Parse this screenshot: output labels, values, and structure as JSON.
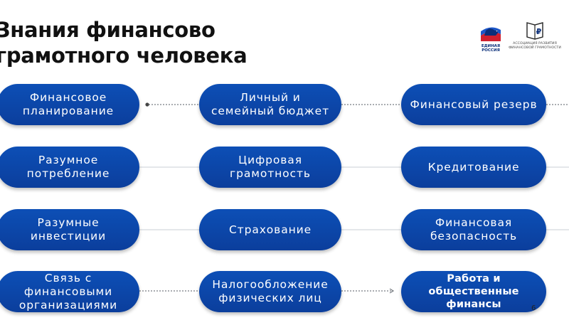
{
  "title": {
    "line1": "Знания финансово",
    "line2": "грамотного человека"
  },
  "logos": {
    "party_line1": "ЕДИНАЯ",
    "party_line2": "РОССИЯ",
    "association_line1": "АССОЦИАЦИЯ РАЗВИТИЯ",
    "association_line2": "ФИНАНСОВОЙ ГРАМОТНОСТИ",
    "association_symbol": "₽"
  },
  "grid": {
    "row1": {
      "col1": "Финансовое планирование",
      "col2": "Личный и семейный бюджет",
      "col3": "Финансовый резерв"
    },
    "row2": {
      "col1": "Разумное потребление",
      "col2": "Цифровая грамотность",
      "col3": "Кредитование"
    },
    "row3": {
      "col1": "Разумные инвестиции",
      "col2": "Страхование",
      "col3": "Финансовая безопасность"
    },
    "row4": {
      "col1": "Связь с финансовыми организациями",
      "col2": "Налогообложение физических лиц",
      "col3": "Работа и общественные финансы"
    }
  },
  "page_number": "6",
  "colors": {
    "pill": "#0b43a5",
    "title": "#111111",
    "connector": "#9aa3ad",
    "logo_red": "#d0202f",
    "logo_blue": "#0b2f7a"
  }
}
